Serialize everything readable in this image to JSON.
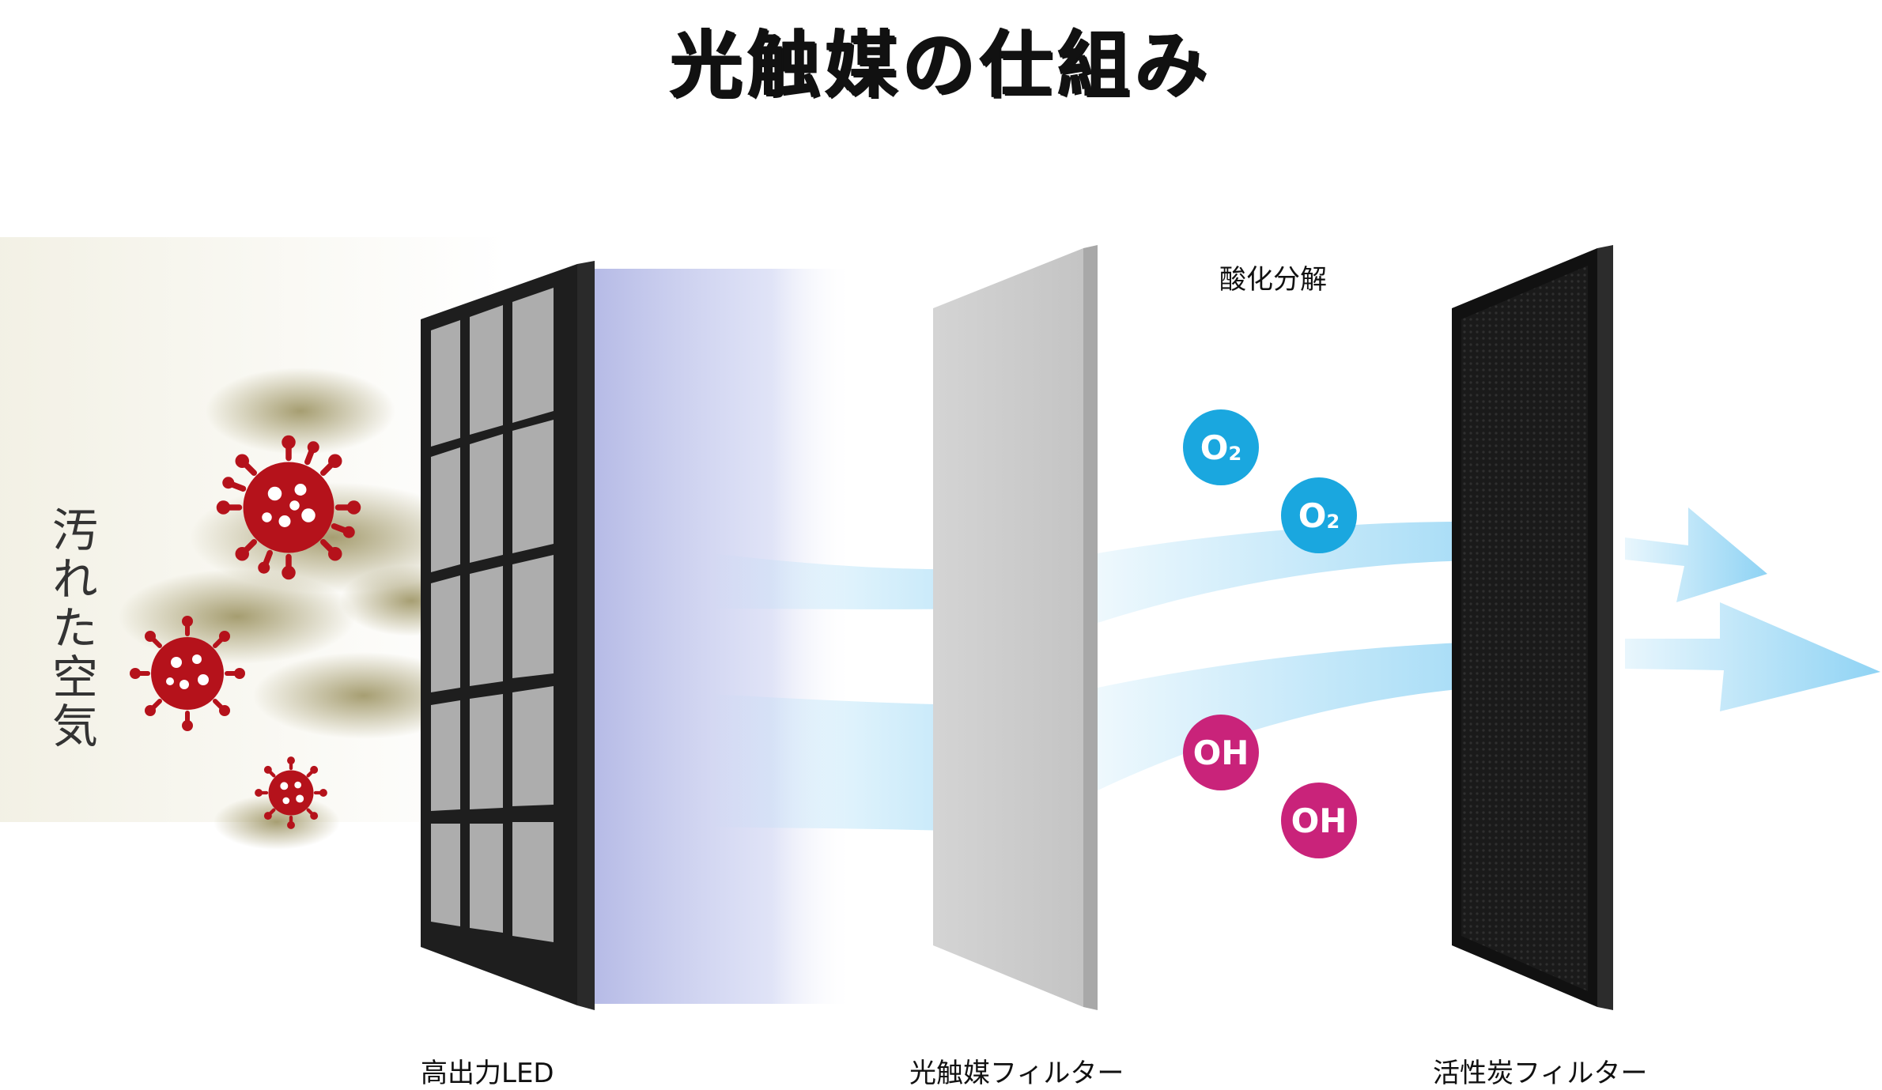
{
  "title": "光触媒の仕組み",
  "dirty_air_label": "汚れた空気",
  "decomposition_label": "酸化分解",
  "molecules": {
    "o2": {
      "symbol": "O",
      "subscript": "2"
    },
    "oh": {
      "symbol": "OH"
    }
  },
  "components": [
    {
      "label": "高出力LED"
    },
    {
      "label": "光触媒フィルター"
    },
    {
      "label": "活性炭フィルター"
    }
  ],
  "colors": {
    "o2_bubble": "#1aa7df",
    "oh_bubble": "#c9237a",
    "virus": "#b5121b",
    "air_flow": "#8fd3f4",
    "led_light": "#b9bde6",
    "smog": "#8a7f45"
  }
}
